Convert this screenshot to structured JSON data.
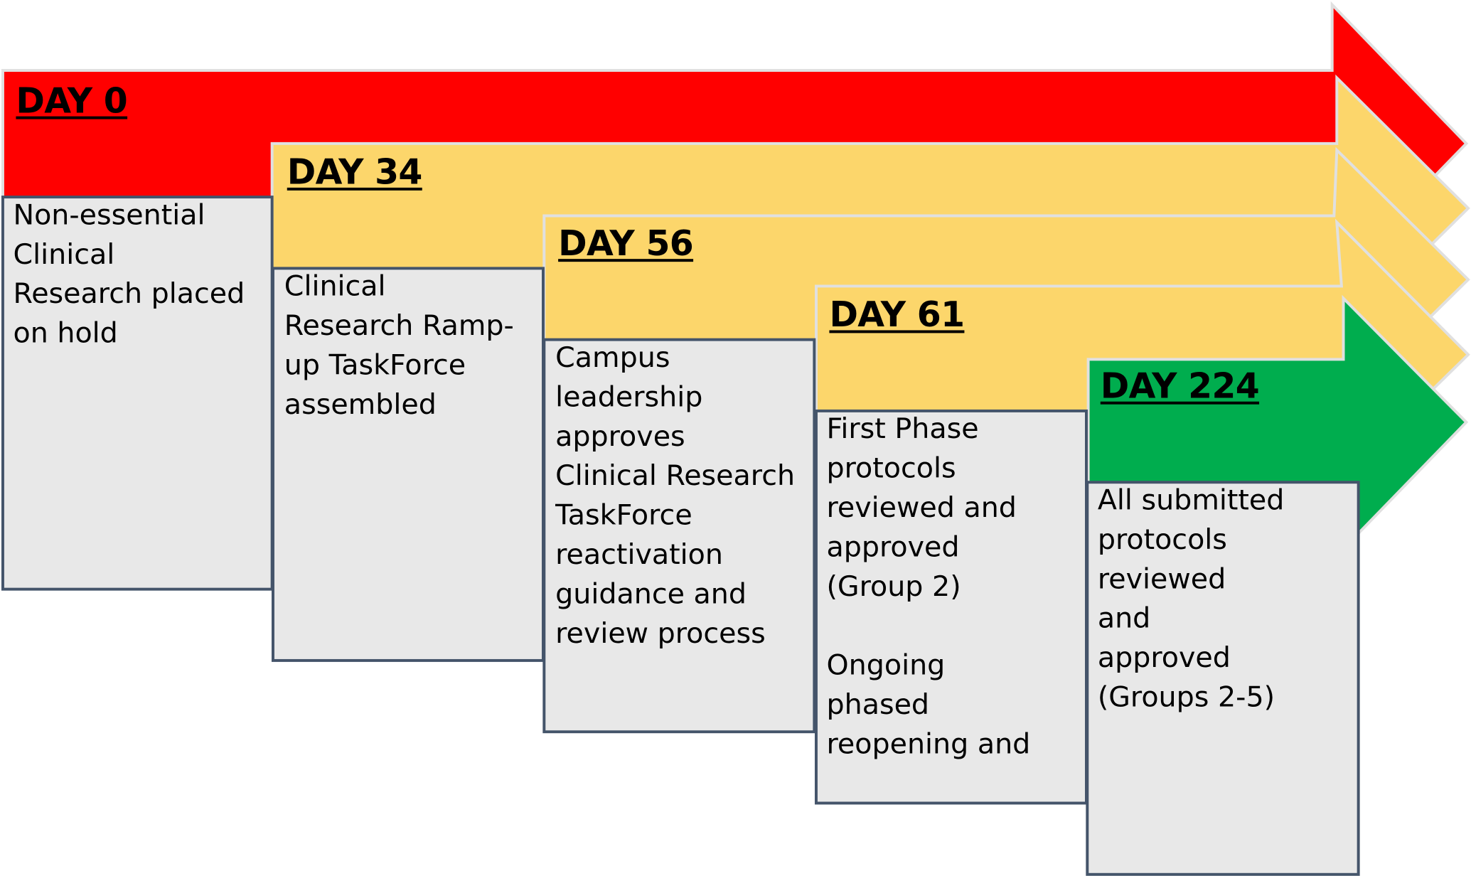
{
  "colors": {
    "red": "#ff0000",
    "yellow": "#fcd66b",
    "green": "#00ad4e",
    "box_fill": "#e8e8e8",
    "box_border": "#44546a"
  },
  "stages": [
    {
      "day": "DAY 0",
      "text": "Non-essential\nClinical\nResearch placed\non hold"
    },
    {
      "day": "DAY 34",
      "text": "Clinical\nResearch Ramp-\nup TaskForce\nassembled"
    },
    {
      "day": "DAY 56",
      "text": "Campus\nleadership\napproves\nClinical Research\nTaskForce\nreactivation\nguidance and\nreview process"
    },
    {
      "day": "DAY 61",
      "text": "First Phase\nprotocols\nreviewed and\napproved\n(Group 2)\n\nOngoing\nphased\nreopening and"
    },
    {
      "day": "DAY 224",
      "text": "All submitted\nprotocols\nreviewed\nand\napproved\n(Groups 2-5)"
    }
  ]
}
